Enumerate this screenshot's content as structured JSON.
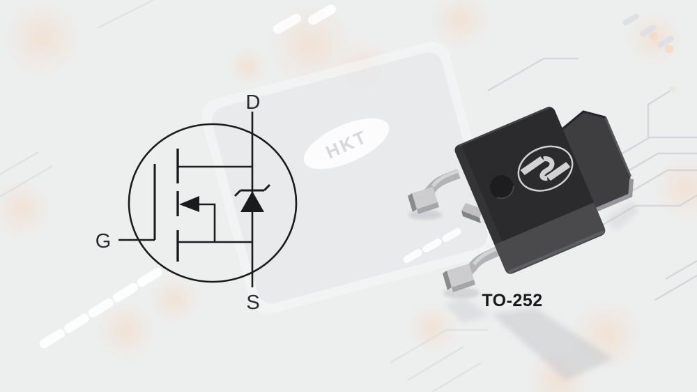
{
  "image": {
    "kind": "semiconductor product banner",
    "base_background_color": "#edeeee"
  },
  "background": {
    "watermark_text": "HKT",
    "trace_color": "#d4d5d8",
    "warm_blob_color": "#f4d9c2"
  },
  "schematic": {
    "description": "N-channel MOSFET with zener body diode",
    "line_color": "#1b1b1d",
    "labels": {
      "drain": "D",
      "gate": "G",
      "source": "S"
    }
  },
  "package": {
    "name_label": "TO-252",
    "body_color": "#2b2b2d",
    "bevel_color": "#4a4a4d",
    "tab_color": "#3e3e41",
    "lead_color": "#cdcdd0",
    "logo_icon": "oval-s-monogram-icon",
    "logo_color": "#d2d2d5"
  }
}
